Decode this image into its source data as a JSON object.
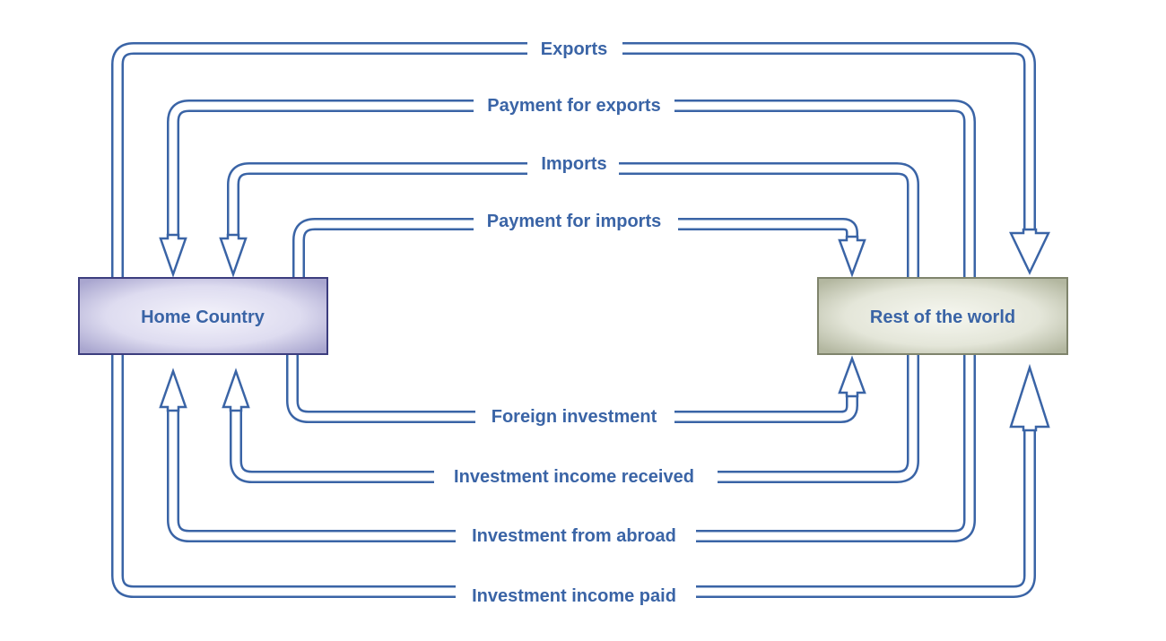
{
  "colors": {
    "line": "#3a64a6",
    "home_fill": "#dad8ee",
    "home_border": "#3c3d7e",
    "rest_fill": "#e3e5d8",
    "rest_border": "#7f846c"
  },
  "nodes": {
    "home": {
      "label": "Home Country"
    },
    "rest": {
      "label": "Rest of the world"
    }
  },
  "flows": [
    {
      "label": "Exports",
      "from": "home",
      "to": "rest"
    },
    {
      "label": "Payment for exports",
      "from": "rest",
      "to": "home"
    },
    {
      "label": "Imports",
      "from": "rest",
      "to": "home"
    },
    {
      "label": "Payment for imports",
      "from": "home",
      "to": "rest"
    },
    {
      "label": "Foreign investment",
      "from": "home",
      "to": "rest"
    },
    {
      "label": "Investment income received",
      "from": "rest",
      "to": "home"
    },
    {
      "label": "Investment from abroad",
      "from": "rest",
      "to": "home"
    },
    {
      "label": "Investment income paid",
      "from": "home",
      "to": "rest"
    }
  ]
}
